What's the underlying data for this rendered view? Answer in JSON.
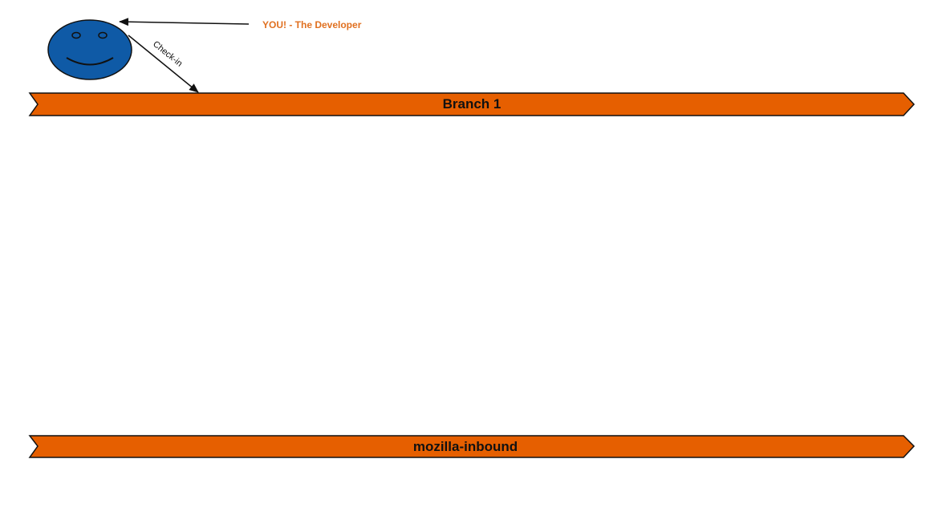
{
  "colors": {
    "branch_fill": "#E65F00",
    "smiley_fill": "#0F5AA6",
    "annotation_text": "#E07020",
    "stroke": "#111111"
  },
  "developer": {
    "icon": "smiley-face-icon",
    "label": "YOU! - The Developer"
  },
  "checkin_arrow": {
    "label": "Check-in"
  },
  "branches": [
    {
      "label": "Branch 1"
    },
    {
      "label": "mozilla-inbound"
    }
  ]
}
